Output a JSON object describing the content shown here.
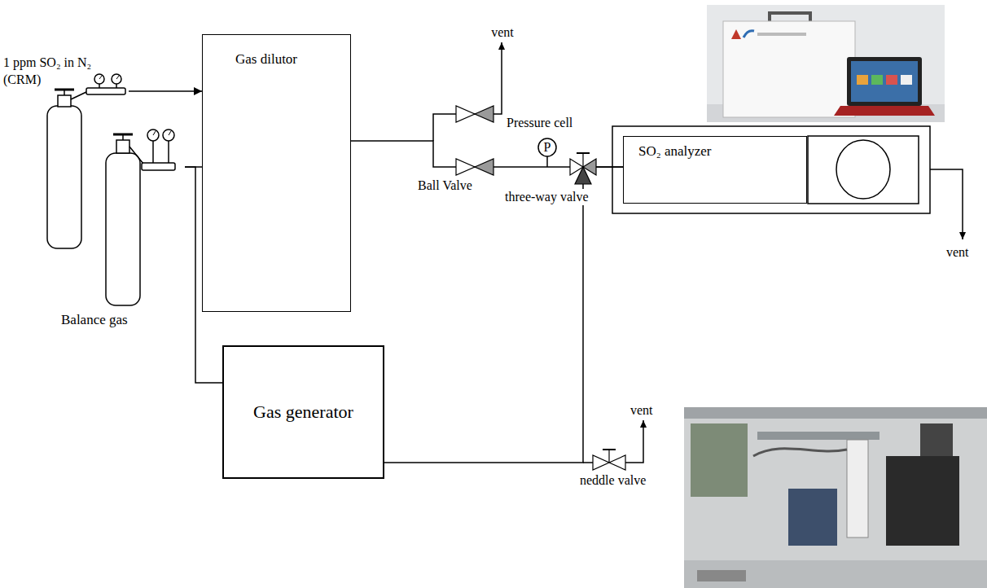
{
  "diagram": {
    "nodes": [
      {
        "text": [
          "1 ppm SO₂ in N₂ (CRM)"
        ]
      },
      {
        "text": [
          "Balance gas"
        ]
      },
      {
        "text": [
          "Gas dilutor"
        ]
      },
      {
        "text": [
          "Gas generator"
        ]
      },
      {
        "text": [
          "SO₂ analyzer"
        ]
      }
    ],
    "edges": [
      {
        "from": 0,
        "to": 2,
        "arrow": "to"
      },
      {
        "from": 1,
        "to": 2,
        "arrow": "none"
      },
      {
        "from": 1,
        "to": 3,
        "arrow": "none"
      },
      {
        "from": 2,
        "to": 4,
        "arrow": "none"
      },
      {
        "from": 3,
        "to": 4,
        "arrow": "none"
      }
    ],
    "labels": [
      "vent",
      "Pressure cell",
      "P",
      "Ball Valve",
      "three-way valve",
      "vent",
      "neddle valve",
      "vent"
    ]
  }
}
